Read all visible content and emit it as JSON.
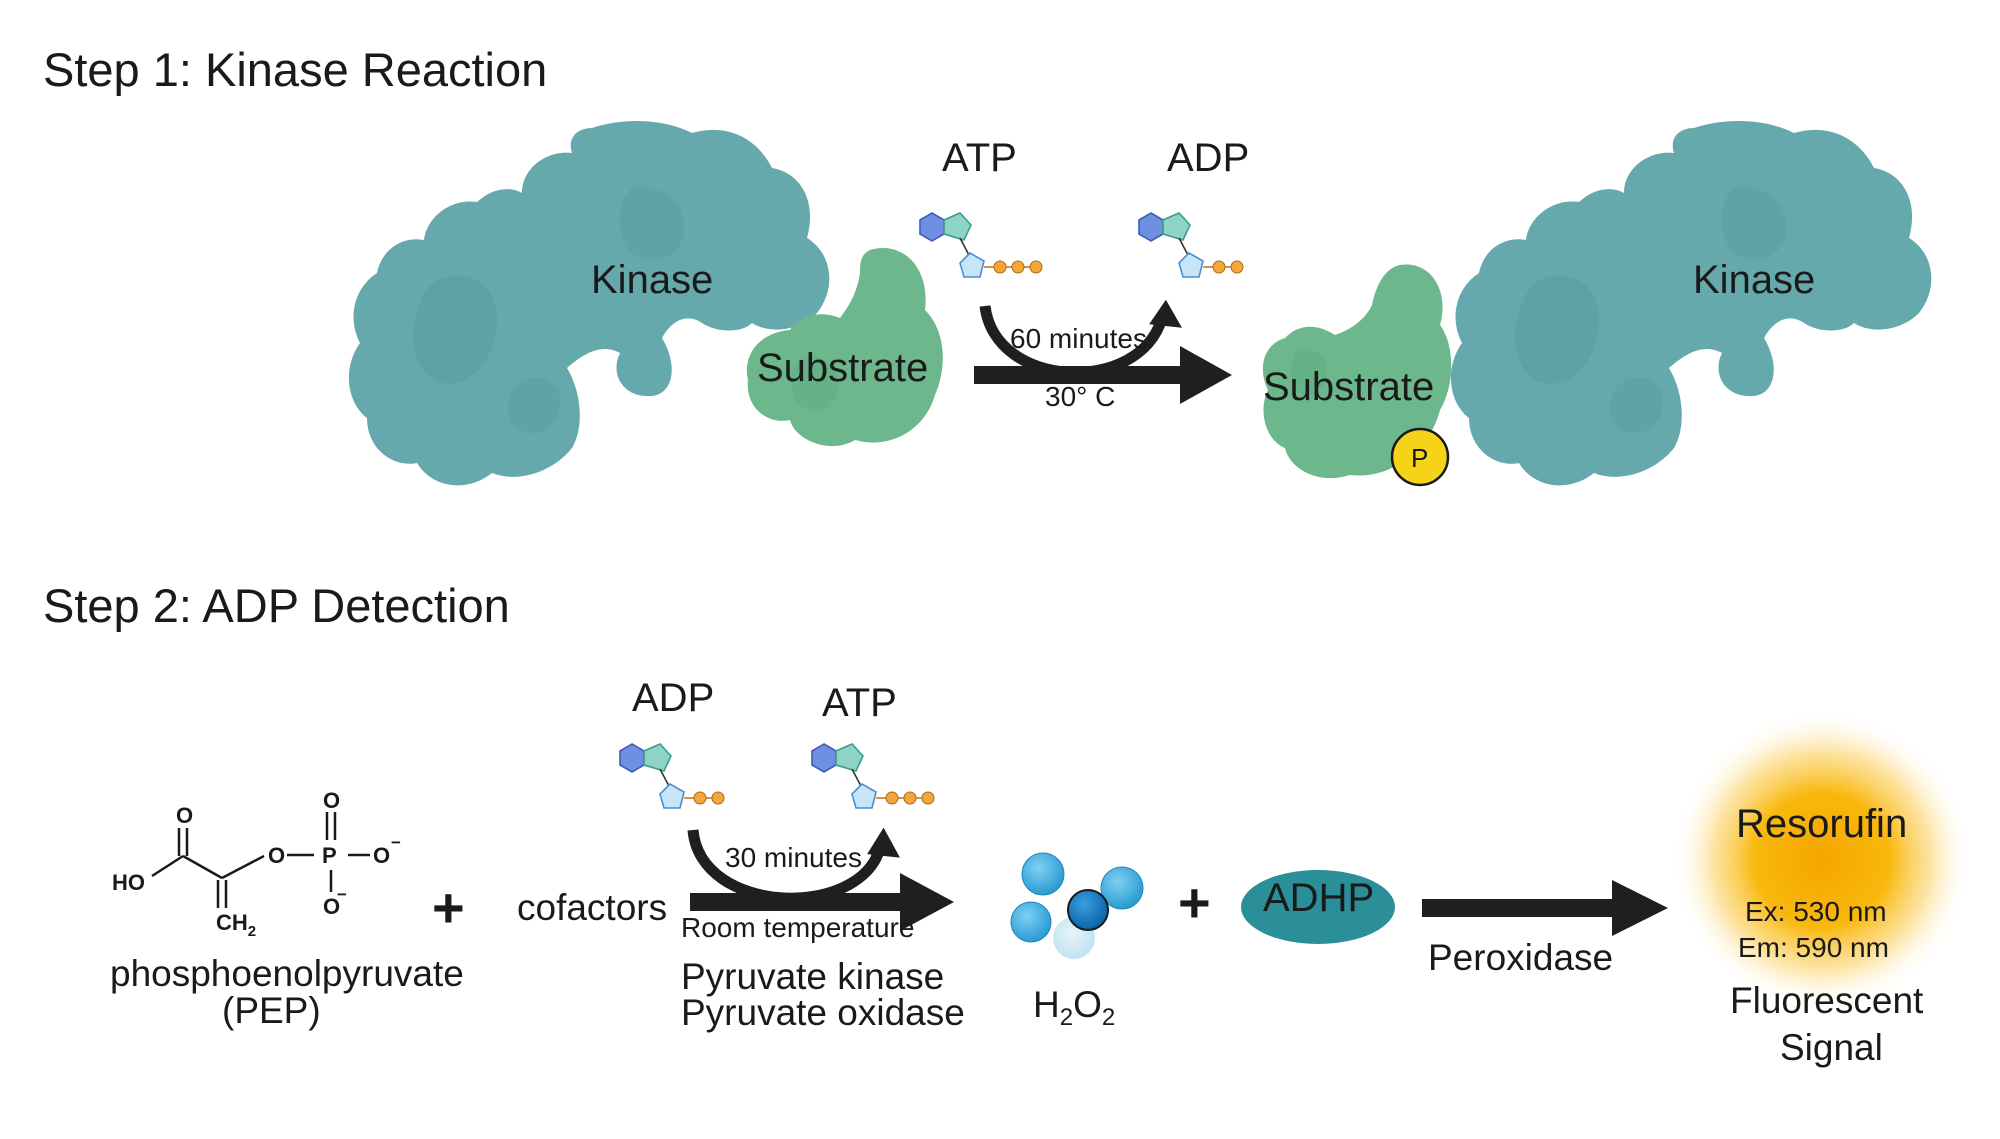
{
  "step1": {
    "title": "Step 1: Kinase Reaction",
    "kinase_left": "Kinase",
    "kinase_right": "Kinase",
    "substrate_in": "Substrate",
    "substrate_out": "Substrate",
    "atp": "ATP",
    "adp": "ADP",
    "time": "60 minutes",
    "temp": "30° C",
    "phosphate": "P",
    "plus": "+"
  },
  "step2": {
    "title": "Step 2: ADP Detection",
    "pep_name_line1": "phosphoenolpyruvate",
    "pep_name_line2": "(PEP)",
    "pep_atoms": {
      "o_top": "O",
      "ho": "HO",
      "ch2": "CH",
      "ch2_sub": "2",
      "o_link": "O",
      "p": "P",
      "o_p_top": "O",
      "o_p_right": "O",
      "o_p_bottom": "O",
      "charge": "−"
    },
    "plus1": "+",
    "cofactors": "cofactors",
    "adp": "ADP",
    "atp": "ATP",
    "time": "30 minutes",
    "temp": "Room temperature",
    "enzyme1": "Pyruvate kinase",
    "enzyme2": "Pyruvate oxidase",
    "h2o2": {
      "h": "H",
      "h_sub": "2",
      "o": "O",
      "o_sub": "2"
    },
    "plus2": "+",
    "adhp": "ADHP",
    "peroxidase": "Peroxidase",
    "resorufin": "Resorufin",
    "ex": "Ex: 530 nm",
    "em": "Em: 590 nm",
    "signal_line1": "Fluorescent",
    "signal_line2": "Signal"
  },
  "colors": {
    "kinase": "#66a9ac",
    "kinase_dark": "#4f9699",
    "substrate": "#6cb88c",
    "substrate_dark": "#57a678",
    "arrow": "#1f1f1f",
    "phosphate": "#f5d318",
    "adhp": "#2a8f98",
    "h2o2": "#3aa8dc",
    "glow": "#f7a800"
  }
}
